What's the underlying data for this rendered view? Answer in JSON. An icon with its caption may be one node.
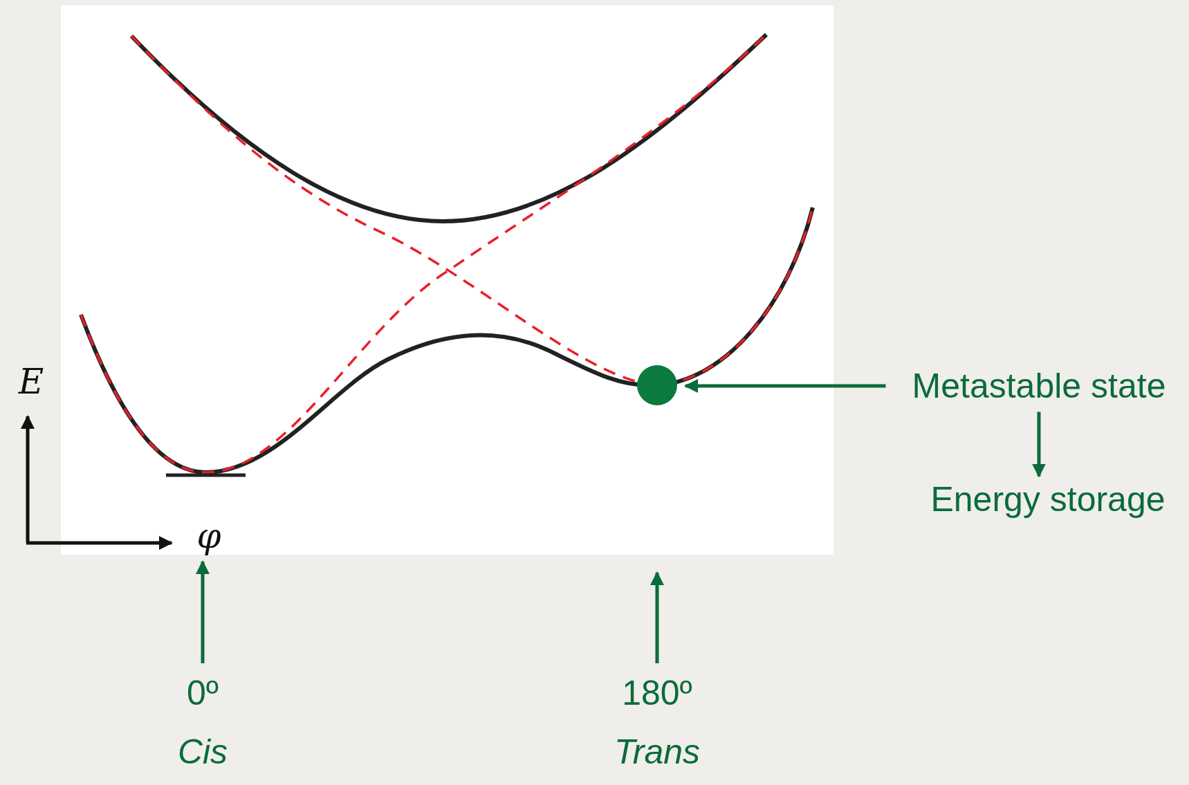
{
  "diagram": {
    "nodes": [
      {
        "text": [
          "Metastable state"
        ]
      },
      {
        "text": [],
        "shape": "circle"
      },
      {
        "text": [
          "Energy storage"
        ]
      },
      {
        "text": [
          "0º",
          "Cis"
        ]
      },
      {
        "text": [
          "180º",
          "Trans"
        ]
      },
      {
        "text": [
          "φ"
        ]
      }
    ],
    "edges": [
      {
        "from": 0,
        "to": 1,
        "arrow": "to"
      },
      {
        "from": 0,
        "to": 2,
        "arrow": "to"
      },
      {
        "from": 3,
        "to": 5,
        "arrow": "to"
      },
      {
        "from": 4,
        "to": null,
        "arrow": "to"
      }
    ],
    "labels": [
      "E"
    ]
  }
}
